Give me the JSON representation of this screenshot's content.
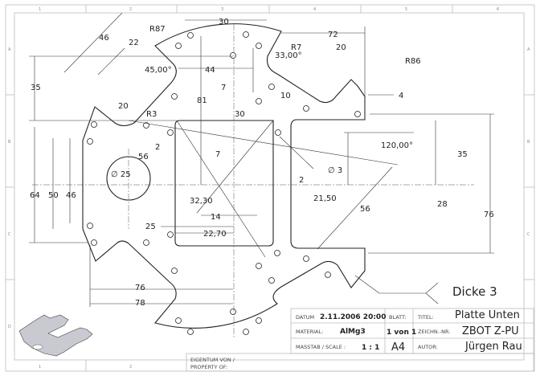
{
  "zones": {
    "columns": [
      "1",
      "2",
      "3",
      "4",
      "5",
      "6"
    ],
    "rows": [
      "A",
      "B",
      "C",
      "D"
    ]
  },
  "dimensions": [
    "30",
    "R87",
    "46",
    "22",
    "45,00°",
    "44",
    "35",
    "81",
    "7",
    "30",
    "20",
    "R3",
    "2",
    "7",
    "56",
    "∅ 25",
    "64",
    "50",
    "46",
    "32,30",
    "14",
    "22,70",
    "25",
    "76",
    "78",
    "72",
    "R7",
    "33,00°",
    "20",
    "R86",
    "10",
    "4",
    "120,00°",
    "∅ 3",
    "2",
    "21,50",
    "35",
    "28",
    "56",
    "76"
  ],
  "note": "Dicke 3",
  "title_block": {
    "datum_label": "DATUM",
    "datum_value": "2.11.2006  20:00",
    "blatt_label": "BLATT:",
    "blatt_value": "1 von 1",
    "titel_label": "TITEL:",
    "titel_value": "Platte Unten",
    "material_label": "MATERIAL:",
    "material_value": "AlMg3",
    "zeichn_label": "ZEICHN.-NR.",
    "zeichn_value": "ZBOT Z-PU",
    "scale_label": "MASSTAB / SCALE :",
    "scale_value": "1 : 1",
    "format_value": "A4",
    "autor_label": "AUTOR:",
    "autor_value": "Jürgen Rau",
    "property_label_1": "EIGENTUM VON /",
    "property_label_2": "PROPERTY OF:"
  }
}
